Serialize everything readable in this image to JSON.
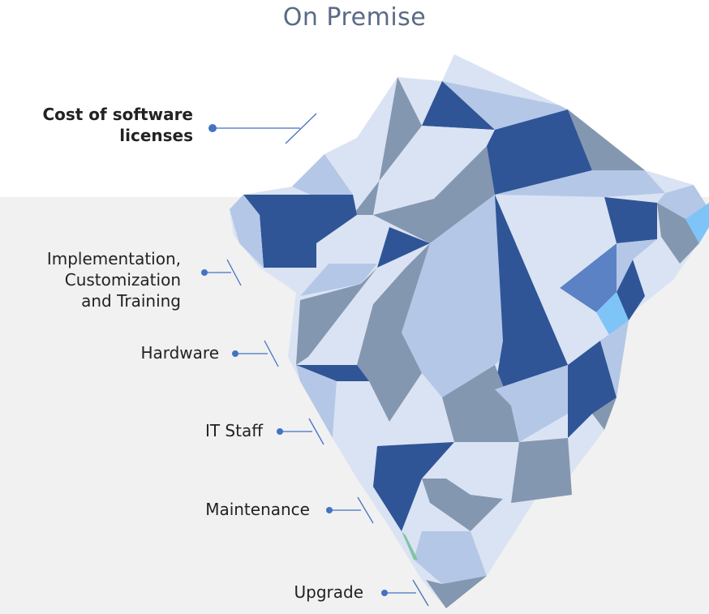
{
  "title": "On Premise",
  "labels": {
    "cost_line1": "Cost of software",
    "cost_line2": "licenses",
    "impl_line1": "Implementation,",
    "impl_line2": "Customization",
    "impl_line3": "and Training",
    "hardware": "Hardware",
    "it_staff": "IT Staff",
    "maintenance": "Maintenance",
    "upgrade": "Upgrade"
  },
  "colors": {
    "dark": "#2f5597",
    "mid": "#8497b0",
    "light": "#b4c7e7",
    "pale": "#dae3f3",
    "accent": "#5b82c4",
    "cyan": "#7fc4f7",
    "water": "#f1f1f1",
    "pointer": "#4472c4"
  }
}
